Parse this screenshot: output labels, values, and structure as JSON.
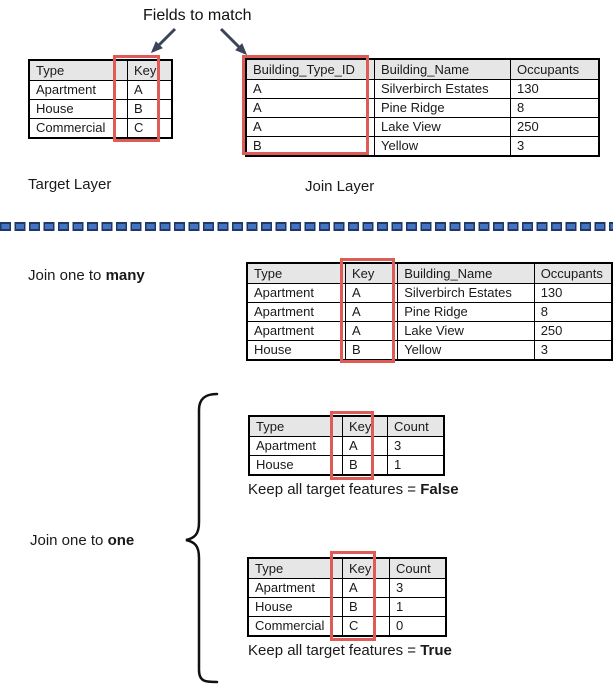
{
  "title": "Fields to match",
  "colors": {
    "highlight_red": "#DF5B55",
    "dash_fill_blue": "#4472C4",
    "dash_border_navy": "#1F3864",
    "arrow_navy": "#3A4557",
    "header_gray": "#E7E6E6"
  },
  "labels": {
    "target_layer": "Target Layer",
    "join_layer": "Join Layer",
    "join_many_prefix": "Join one to ",
    "join_many_bold": "many",
    "join_one_prefix": "Join one to ",
    "join_one_bold": "one",
    "keep_false_prefix": "Keep all target features = ",
    "keep_false_bold": "False",
    "keep_true_prefix": "Keep all target features = ",
    "keep_true_bold": "True"
  },
  "icons": {
    "left_arrow": "arrow-down-left",
    "right_arrow": "arrow-down-right",
    "brace": "left-curly-brace"
  },
  "tables": {
    "target": {
      "headers": [
        "Type",
        "Key"
      ],
      "rows": [
        [
          "Apartment",
          "A"
        ],
        [
          "House",
          "B"
        ],
        [
          "Commercial",
          "C"
        ]
      ]
    },
    "join": {
      "headers": [
        "Building_Type_ID",
        "Building_Name",
        "Occupants"
      ],
      "rows": [
        [
          "A",
          "Silverbirch Estates",
          "130"
        ],
        [
          "A",
          "Pine Ridge",
          "8"
        ],
        [
          "A",
          "Lake View",
          "250"
        ],
        [
          "B",
          "Yellow",
          "3"
        ]
      ]
    },
    "one_to_many": {
      "headers": [
        "Type",
        "Key",
        "Building_Name",
        "Occupants"
      ],
      "rows": [
        [
          "Apartment",
          "A",
          "Silverbirch Estates",
          "130"
        ],
        [
          "Apartment",
          "A",
          "Pine Ridge",
          "8"
        ],
        [
          "Apartment",
          "A",
          "Lake View",
          "250"
        ],
        [
          "House",
          "B",
          "Yellow",
          "3"
        ]
      ]
    },
    "one_to_one_false": {
      "headers": [
        "Type",
        "Key",
        "Count"
      ],
      "rows": [
        [
          "Apartment",
          "A",
          "3"
        ],
        [
          "House",
          "B",
          "1"
        ]
      ]
    },
    "one_to_one_true": {
      "headers": [
        "Type",
        "Key",
        "Count"
      ],
      "rows": [
        [
          "Apartment",
          "A",
          "3"
        ],
        [
          "House",
          "B",
          "1"
        ],
        [
          "Commercial",
          "C",
          "0"
        ]
      ]
    }
  }
}
